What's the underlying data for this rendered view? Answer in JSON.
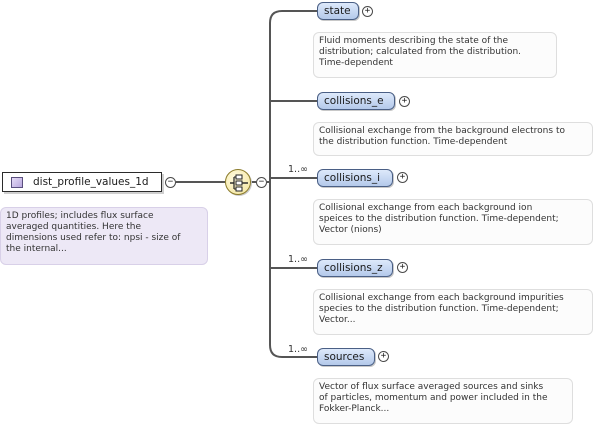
{
  "main_element": {
    "label": "dist_profile_values_1d",
    "collapse_symbol": "−",
    "documentation": "1D profiles; includes flux surface\naveraged quantities. Here the\ndimensions used refer to: npsi - size of\nthe internal..."
  },
  "sequence": {
    "icon": "sequence-compositor-icon",
    "collapse_symbol": "−"
  },
  "children": [
    {
      "label": "state",
      "cardinality": "",
      "expand_symbol": "+",
      "documentation": "Fluid moments describing the state of the\ndistribution; calculated from the distribution.\nTime-dependent"
    },
    {
      "label": "collisions_e",
      "cardinality": "",
      "expand_symbol": "+",
      "documentation": "Collisional exchange from the background electrons to\nthe distribution function. Time-dependent"
    },
    {
      "label": "collisions_i",
      "cardinality": "1..∞",
      "expand_symbol": "+",
      "documentation": "Collisional exchange from each background ion\nspeices to the distribution function. Time-dependent;\nVector (nions)"
    },
    {
      "label": "collisions_z",
      "cardinality": "1..∞",
      "expand_symbol": "+",
      "documentation": "Collisional exchange from each background impurities\nspecies to the distribution function. Time-dependent;\nVector..."
    },
    {
      "label": "sources",
      "cardinality": "1..∞",
      "expand_symbol": "+",
      "documentation": "Vector of flux surface averaged sources and sinks\nof particles, momentum and power included in the\nFokker-Planck..."
    }
  ]
}
